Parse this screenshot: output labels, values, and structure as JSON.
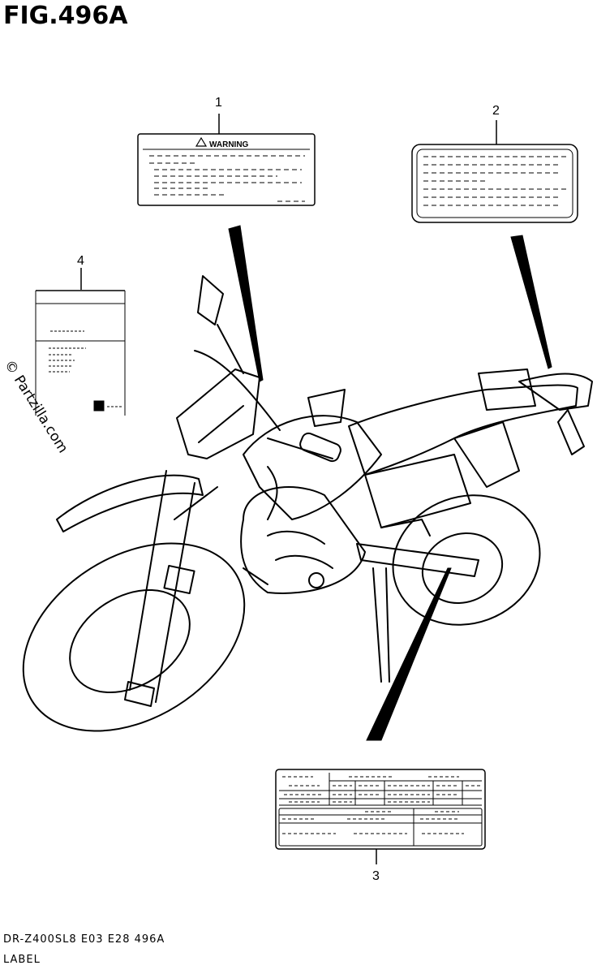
{
  "figure": {
    "title": "FIG.496A"
  },
  "callouts": [
    "1",
    "2",
    "3",
    "4"
  ],
  "warning_label": {
    "heading": "WARNING"
  },
  "watermark": {
    "text": "© Partzilla.com"
  },
  "footer": {
    "model_code": "DR-Z400SL8  E03  E28  496A",
    "section_name": "LABEL"
  }
}
